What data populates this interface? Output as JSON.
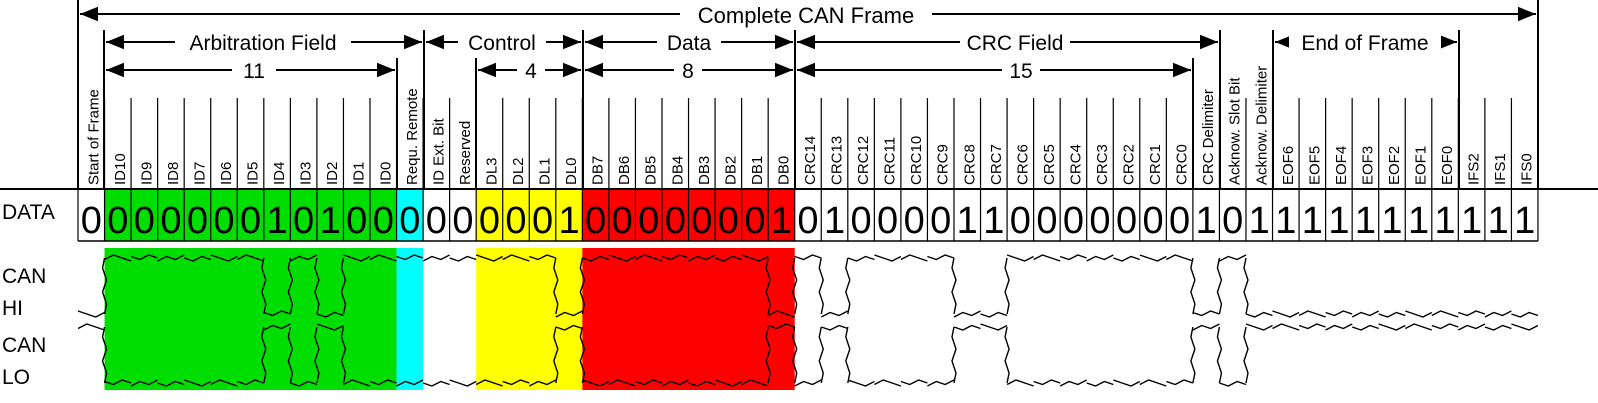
{
  "title": "Complete CAN Frame",
  "fields": {
    "arbitration": "Arbitration Field",
    "control": "Control",
    "data": "Data",
    "crc": "CRC Field",
    "eof": "End of Frame"
  },
  "counts": {
    "arbitration": "11",
    "control": "4",
    "data": "8",
    "crc": "15"
  },
  "row_labels": {
    "data": "DATA",
    "can_hi": [
      "CAN",
      "HI"
    ],
    "can_lo": [
      "CAN",
      "LO"
    ]
  },
  "colors": {
    "arbitration": "#00dd00",
    "remote": "#00ffff",
    "control": "#ffff00",
    "data": "#ff0000",
    "default": "#ffffff"
  },
  "bits": [
    {
      "name": "Start of Frame",
      "value": "0",
      "group": "default"
    },
    {
      "name": "ID10",
      "value": "0",
      "group": "arbitration"
    },
    {
      "name": "ID9",
      "value": "0",
      "group": "arbitration"
    },
    {
      "name": "ID8",
      "value": "0",
      "group": "arbitration"
    },
    {
      "name": "ID7",
      "value": "0",
      "group": "arbitration"
    },
    {
      "name": "ID6",
      "value": "0",
      "group": "arbitration"
    },
    {
      "name": "ID5",
      "value": "0",
      "group": "arbitration"
    },
    {
      "name": "ID4",
      "value": "1",
      "group": "arbitration"
    },
    {
      "name": "ID3",
      "value": "0",
      "group": "arbitration"
    },
    {
      "name": "ID2",
      "value": "1",
      "group": "arbitration"
    },
    {
      "name": "ID1",
      "value": "0",
      "group": "arbitration"
    },
    {
      "name": "ID0",
      "value": "0",
      "group": "arbitration"
    },
    {
      "name": "Requ. Remote",
      "value": "0",
      "group": "remote"
    },
    {
      "name": "ID Ext. Bit",
      "value": "0",
      "group": "default"
    },
    {
      "name": "Reserved",
      "value": "0",
      "group": "default"
    },
    {
      "name": "DL3",
      "value": "0",
      "group": "control"
    },
    {
      "name": "DL2",
      "value": "0",
      "group": "control"
    },
    {
      "name": "DL1",
      "value": "0",
      "group": "control"
    },
    {
      "name": "DL0",
      "value": "1",
      "group": "control"
    },
    {
      "name": "DB7",
      "value": "0",
      "group": "data"
    },
    {
      "name": "DB6",
      "value": "0",
      "group": "data"
    },
    {
      "name": "DB5",
      "value": "0",
      "group": "data"
    },
    {
      "name": "DB4",
      "value": "0",
      "group": "data"
    },
    {
      "name": "DB3",
      "value": "0",
      "group": "data"
    },
    {
      "name": "DB2",
      "value": "0",
      "group": "data"
    },
    {
      "name": "DB1",
      "value": "0",
      "group": "data"
    },
    {
      "name": "DB0",
      "value": "1",
      "group": "data"
    },
    {
      "name": "CRC14",
      "value": "0",
      "group": "default"
    },
    {
      "name": "CRC13",
      "value": "1",
      "group": "default"
    },
    {
      "name": "CRC12",
      "value": "0",
      "group": "default"
    },
    {
      "name": "CRC11",
      "value": "0",
      "group": "default"
    },
    {
      "name": "CRC10",
      "value": "0",
      "group": "default"
    },
    {
      "name": "CRC9",
      "value": "0",
      "group": "default"
    },
    {
      "name": "CRC8",
      "value": "1",
      "group": "default"
    },
    {
      "name": "CRC7",
      "value": "1",
      "group": "default"
    },
    {
      "name": "CRC6",
      "value": "0",
      "group": "default"
    },
    {
      "name": "CRC5",
      "value": "0",
      "group": "default"
    },
    {
      "name": "CRC4",
      "value": "0",
      "group": "default"
    },
    {
      "name": "CRC3",
      "value": "0",
      "group": "default"
    },
    {
      "name": "CRC2",
      "value": "0",
      "group": "default"
    },
    {
      "name": "CRC1",
      "value": "0",
      "group": "default"
    },
    {
      "name": "CRC0",
      "value": "0",
      "group": "default"
    },
    {
      "name": "CRC Delimiter",
      "value": "1",
      "group": "default"
    },
    {
      "name": "Acknow. Slot Bit",
      "value": "0",
      "group": "default"
    },
    {
      "name": "Acknow. Delimiter",
      "value": "1",
      "group": "default"
    },
    {
      "name": "EOF6",
      "value": "1",
      "group": "default"
    },
    {
      "name": "EOF5",
      "value": "1",
      "group": "default"
    },
    {
      "name": "EOF4",
      "value": "1",
      "group": "default"
    },
    {
      "name": "EOF3",
      "value": "1",
      "group": "default"
    },
    {
      "name": "EOF2",
      "value": "1",
      "group": "default"
    },
    {
      "name": "EOF1",
      "value": "1",
      "group": "default"
    },
    {
      "name": "EOF0",
      "value": "1",
      "group": "default"
    },
    {
      "name": "IFS2",
      "value": "1",
      "group": "default"
    },
    {
      "name": "IFS1",
      "value": "1",
      "group": "default"
    },
    {
      "name": "IFS0",
      "value": "1",
      "group": "default"
    }
  ]
}
